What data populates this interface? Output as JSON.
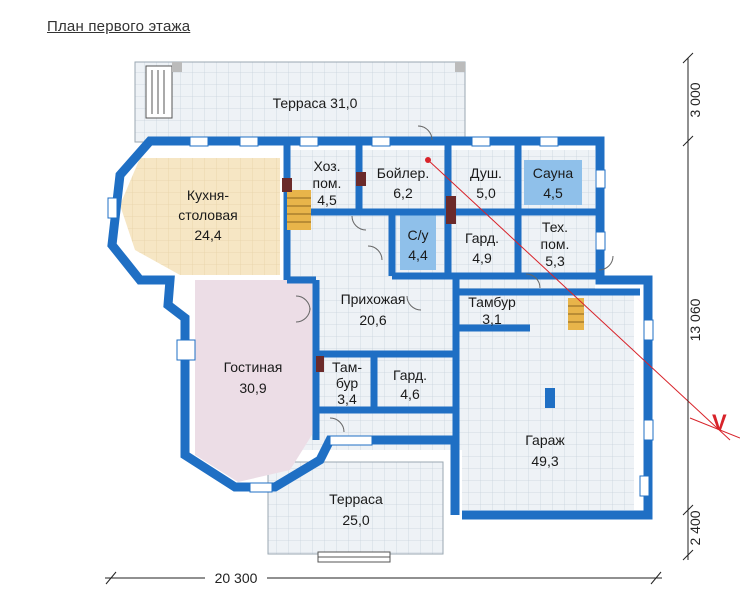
{
  "title": "План первого этажа",
  "rooms": {
    "terrace_top": {
      "name": "Терраса",
      "area": "31,0"
    },
    "kitchen": {
      "line1": "Кухня-",
      "line2": "столовая",
      "area": "24,4"
    },
    "utility": {
      "line1": "Хоз.",
      "line2": "пом.",
      "area": "4,5"
    },
    "boiler": {
      "name": "Бойлер.",
      "area": "6,2"
    },
    "shower": {
      "name": "Душ.",
      "area": "5,0"
    },
    "sauna": {
      "name": "Сауна",
      "area": "4,5"
    },
    "wc": {
      "name": "С/у",
      "area": "4,4"
    },
    "wardrobe1": {
      "name": "Гард.",
      "area": "4,9"
    },
    "tech": {
      "line1": "Тех.",
      "line2": "пом.",
      "area": "5,3"
    },
    "hall": {
      "name": "Прихожая",
      "area": "20,6"
    },
    "vestibule1": {
      "name": "Тамбур",
      "area": "3,1"
    },
    "living": {
      "name": "Гостиная",
      "area": "30,9"
    },
    "vestibule2": {
      "line1": "Там-",
      "line2": "бур",
      "area": "3,4"
    },
    "wardrobe2": {
      "name": "Гард.",
      "area": "4,6"
    },
    "garage": {
      "name": "Гараж",
      "area": "49,3"
    },
    "terrace_bottom": {
      "name": "Терраса",
      "area": "25,0"
    }
  },
  "dimensions": {
    "top": "3 000",
    "middle": "13 060",
    "bottom": "2 400",
    "width": "20 300"
  },
  "watermark": "V",
  "colors": {
    "wall": "#1f6fc4",
    "wall_light": "#8fc0ea",
    "kitchen": "#f6e6c4",
    "living": "#ecdde6",
    "tile": "#e9eef3",
    "grid": "#c9d3dc",
    "stairs": "#e8b44a",
    "accent": "#d8232a"
  }
}
